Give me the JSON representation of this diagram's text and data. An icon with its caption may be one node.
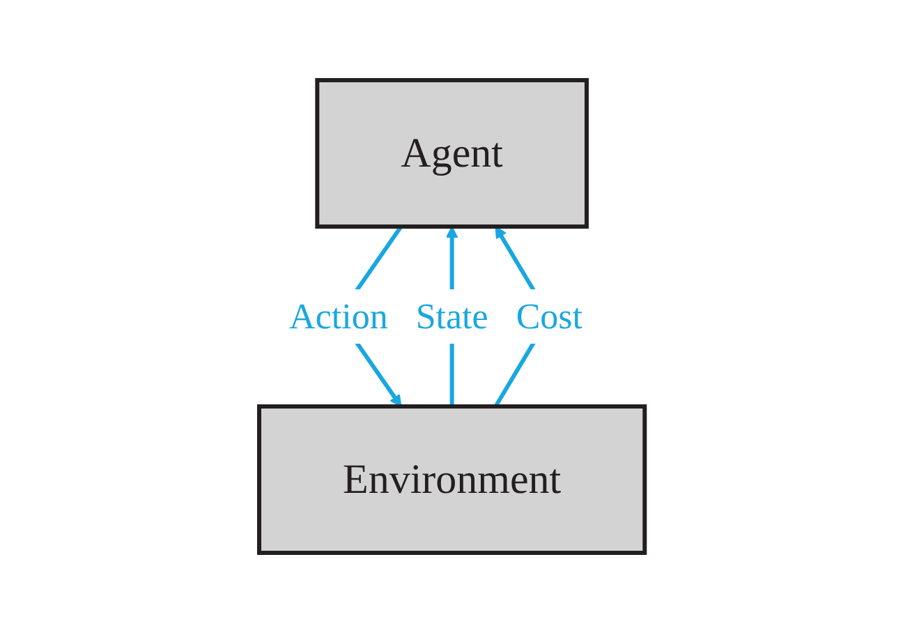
{
  "diagram": {
    "nodes": [
      {
        "text": [
          "Agent"
        ]
      },
      {
        "text": [
          "Environment"
        ]
      }
    ],
    "edges": [
      {
        "from": 1,
        "to": 0,
        "label": "State",
        "arrow": "to"
      },
      {
        "from": 1,
        "to": 0,
        "label": "Cost",
        "arrow": "to"
      },
      {
        "from": 0,
        "to": 1,
        "label": "Action",
        "arrow": "to"
      }
    ]
  }
}
